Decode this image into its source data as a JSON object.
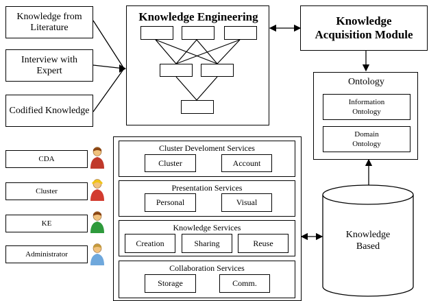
{
  "sources": {
    "literature": "Knowledge from Literature",
    "interview": "Interview with Expert",
    "codified": "Codified Knowledge"
  },
  "knowledge_engineering": {
    "title": "Knowledge Engineering"
  },
  "acquisition_module": {
    "title": "Knowledge Acquisition Module"
  },
  "ontology": {
    "title": "Ontology",
    "information": "Information Ontology",
    "domain": "Domain Ontology"
  },
  "knowledge_base": {
    "label": "Knowledge Based"
  },
  "services": {
    "cluster_dev": {
      "title": "Cluster Develoment Services",
      "items": [
        "Cluster",
        "Account"
      ]
    },
    "presentation": {
      "title": "Presentation Services",
      "items": [
        "Personal",
        "Visual"
      ]
    },
    "knowledge": {
      "title": "Knowledge Services",
      "items": [
        "Creation",
        "Sharing",
        "Reuse"
      ]
    },
    "collaboration": {
      "title": "Collaboration Services",
      "items": [
        "Storage",
        "Comm."
      ]
    }
  },
  "roles": [
    {
      "label": "CDA",
      "icon": "red-user-icon",
      "color": "#c0392b"
    },
    {
      "label": "Cluster",
      "icon": "yellow-user-icon",
      "color": "#d23b2f"
    },
    {
      "label": "KE",
      "icon": "green-user-icon",
      "color": "#2e9a3c"
    },
    {
      "label": "Administrator",
      "icon": "blue-user-icon",
      "color": "#6fa8dc"
    }
  ]
}
